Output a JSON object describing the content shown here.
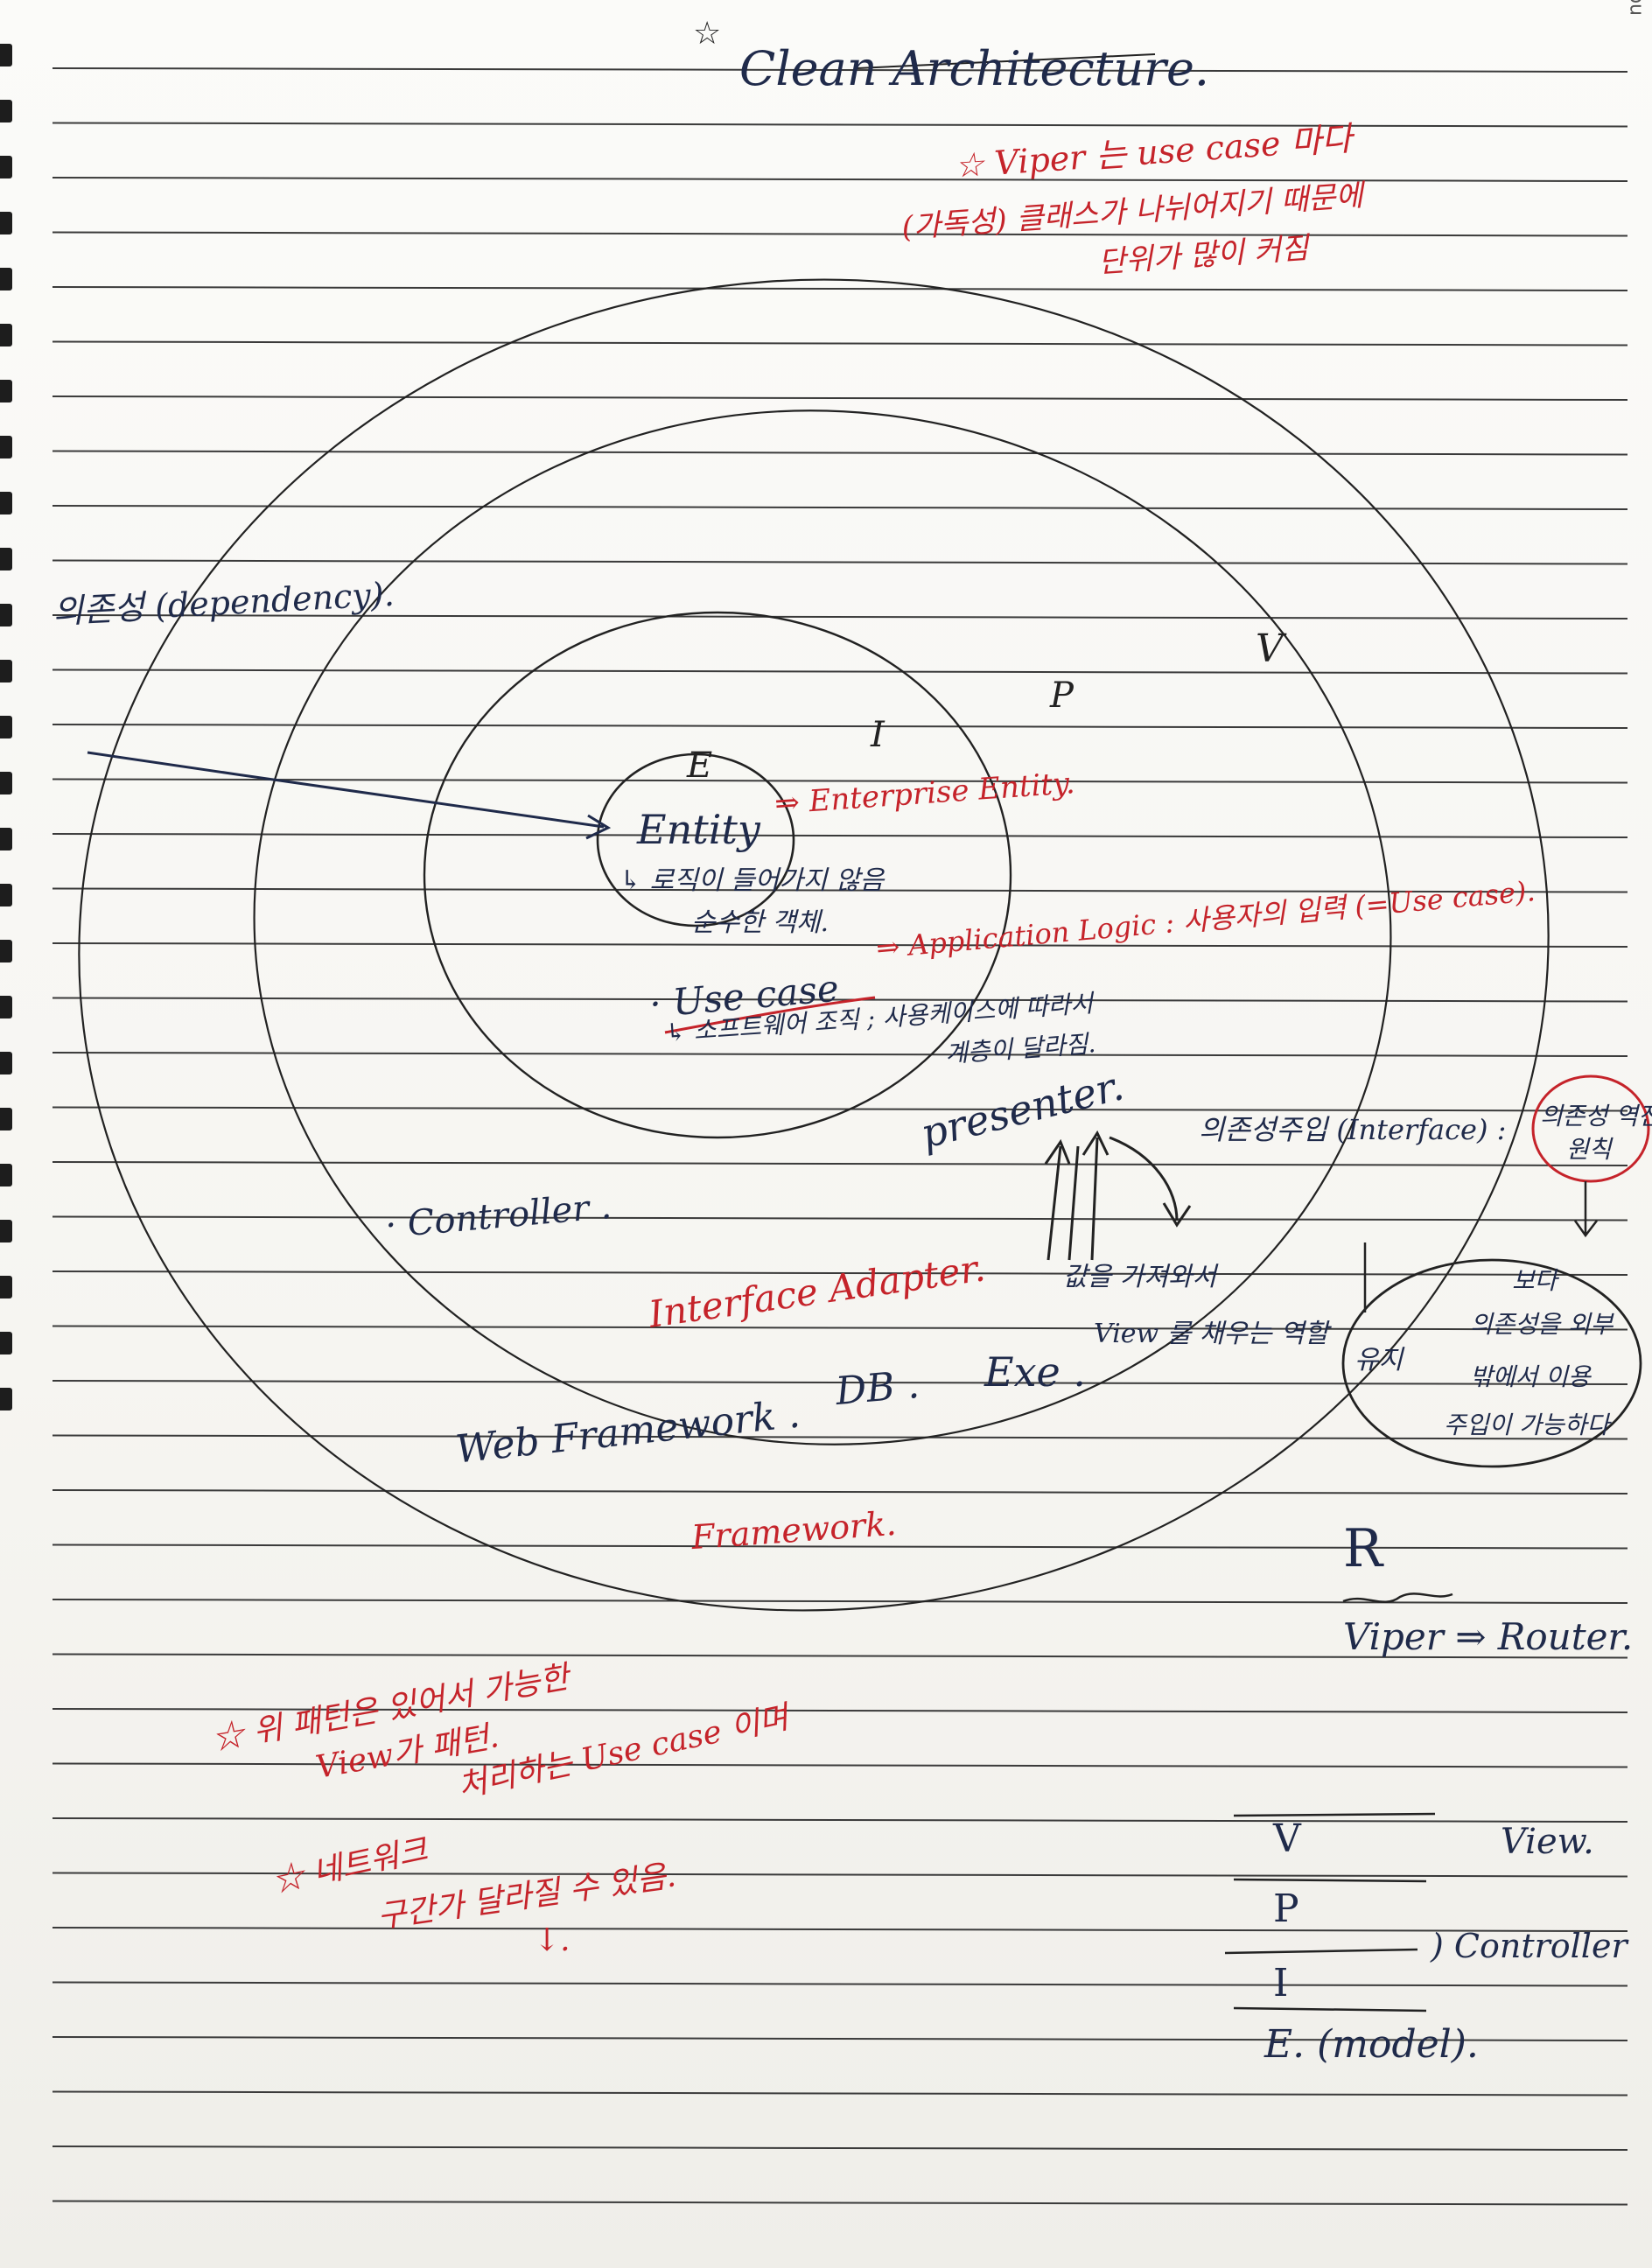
{
  "brand": "snpu",
  "title": "Clean Architecture.",
  "note_top": {
    "line1": "☆ Viper 는 use case 마다",
    "line2": "(가독성) 클래스가 나뉘어지기 때문에",
    "line3": "단위가 많이 커짐"
  },
  "layers": {
    "e": "E",
    "i": "I",
    "p": "P",
    "v": "V",
    "entity": "Entity",
    "entity_def": "⇒ Enterprise Entity.",
    "entity_note_line1": "↳ 로직이 들어가지 않음",
    "entity_note_line2": "순수한 객체.",
    "use_case": "· Use case",
    "use_case_def": "⇒ Application Logic : 사용자의 입력 (=Use case).",
    "use_case_note_line1": "↳ 소프트웨어 조직 ; 사용케이스에 따라서",
    "use_case_note_line2": "계층이 달라짐.",
    "presenter": "presenter.",
    "controller": "· Controller .",
    "interface_adapter": "Interface Adapter.",
    "web_framework": "Web Framework .",
    "db": "DB .",
    "exe": "Exe .",
    "framework": "Framework."
  },
  "dependency_label": "의존성 (dependency).",
  "di_label": "의존성주입 (Interface) :",
  "di_circle_line1": "의존성 역전",
  "di_circle_line2": "원칙",
  "fill_view": "값을 가져와서",
  "fill_view2": "View 를 채우는 역할",
  "bubble": {
    "left": "유지",
    "line1": "보다",
    "line2": "의존성을 외부",
    "line3": "밖에서 이용",
    "line4": "주입이 가능하다"
  },
  "router": {
    "r": "R",
    "text": "Viper ⇒ Router."
  },
  "viper_stack": {
    "v": "V",
    "p": "P",
    "i": "I",
    "e": "E. (model).",
    "view": "View.",
    "controller": ") Controller"
  },
  "note_bottom": {
    "line1": "☆ 위 패턴은 있어서 가능한",
    "line2": "View가 패턴.",
    "line3": "처리하는 Use case 이며",
    "line4": "☆ 네트워크",
    "line5": "구간가 달라질 수 있음.",
    "line6": "↓."
  }
}
